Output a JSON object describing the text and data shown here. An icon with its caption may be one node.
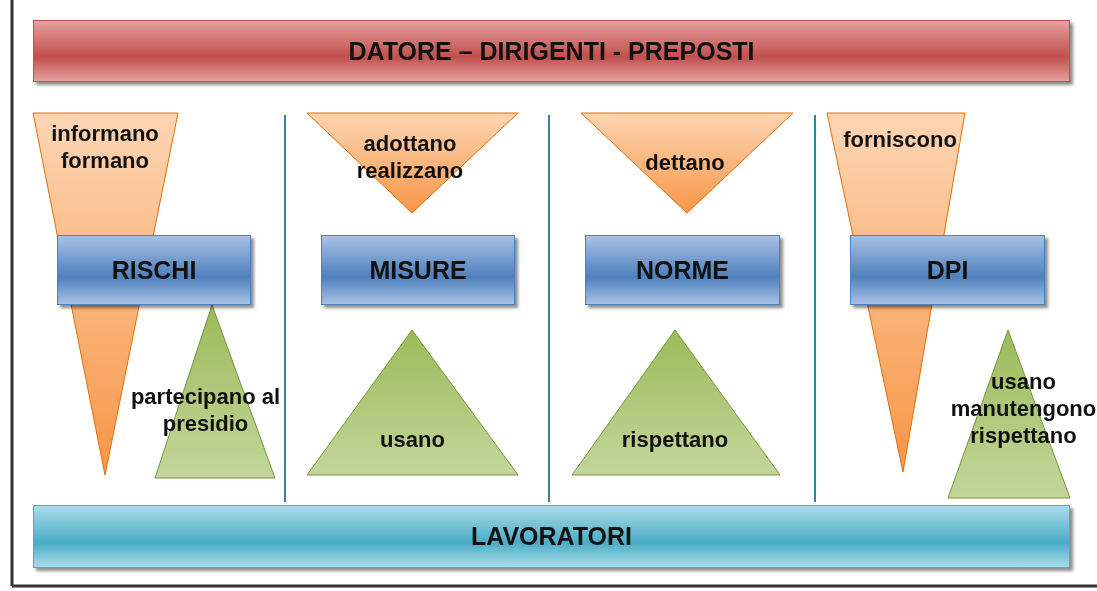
{
  "diagram": {
    "nodes": [
      {
        "text": [
          "DATORE – DIRIGENTI - PREPOSTI"
        ]
      },
      {
        "text": [
          "informano formano"
        ]
      },
      {
        "text": [
          "RISCHI"
        ]
      },
      {
        "text": [
          "partecipano al presidio"
        ]
      },
      {
        "text": [
          "adottano realizzano"
        ]
      },
      {
        "text": [
          "MISURE"
        ]
      },
      {
        "text": [
          "usano"
        ]
      },
      {
        "text": [
          "dettano"
        ]
      },
      {
        "text": [
          "NORME"
        ]
      },
      {
        "text": [
          "rispettano"
        ]
      },
      {
        "text": [
          "forniscono"
        ]
      },
      {
        "text": [
          "DPI"
        ]
      },
      {
        "text": [
          "usano manutengono rispettano"
        ]
      },
      {
        "text": [
          "LAVORATORI"
        ]
      }
    ]
  }
}
